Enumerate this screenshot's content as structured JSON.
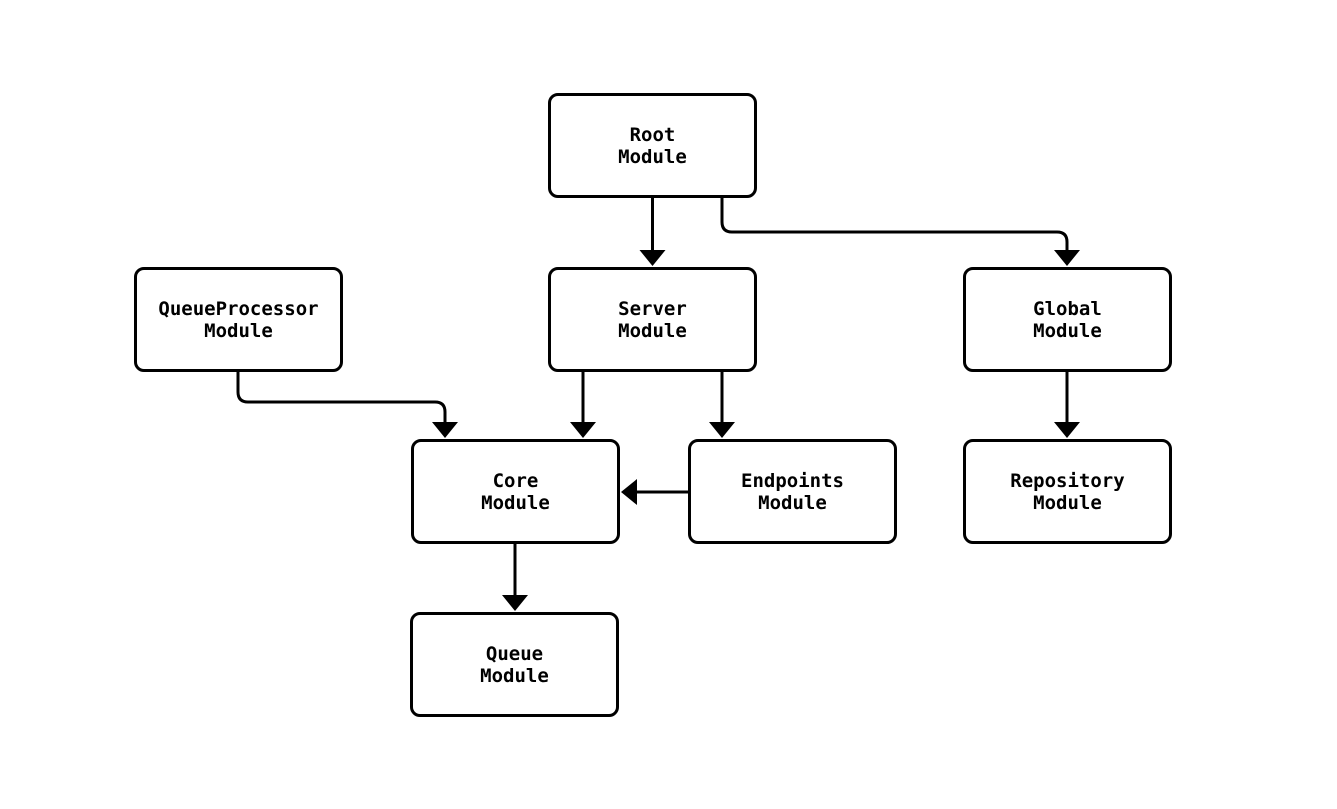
{
  "diagram": {
    "type": "flowchart",
    "colors": {
      "background": "#ffffff",
      "node_fill": "#ffffff",
      "node_border": "#000000",
      "edge": "#000000",
      "text": "#000000"
    },
    "nodes": [
      {
        "id": "root",
        "line1": "Root",
        "line2": "Module"
      },
      {
        "id": "queueprocessor",
        "line1": "QueueProcessor",
        "line2": "Module"
      },
      {
        "id": "server",
        "line1": "Server",
        "line2": "Module"
      },
      {
        "id": "global",
        "line1": "Global",
        "line2": "Module"
      },
      {
        "id": "core",
        "line1": "Core",
        "line2": "Module"
      },
      {
        "id": "endpoints",
        "line1": "Endpoints",
        "line2": "Module"
      },
      {
        "id": "repository",
        "line1": "Repository",
        "line2": "Module"
      },
      {
        "id": "queue",
        "line1": "Queue",
        "line2": "Module"
      }
    ],
    "edges": [
      {
        "from": "Root Module",
        "to": "Server Module"
      },
      {
        "from": "Root Module",
        "to": "Global Module"
      },
      {
        "from": "QueueProcessor Module",
        "to": "Core Module"
      },
      {
        "from": "Server Module",
        "to": "Core Module"
      },
      {
        "from": "Server Module",
        "to": "Endpoints Module"
      },
      {
        "from": "Endpoints Module",
        "to": "Core Module"
      },
      {
        "from": "Global Module",
        "to": "Repository Module"
      },
      {
        "from": "Core Module",
        "to": "Queue Module"
      }
    ]
  }
}
